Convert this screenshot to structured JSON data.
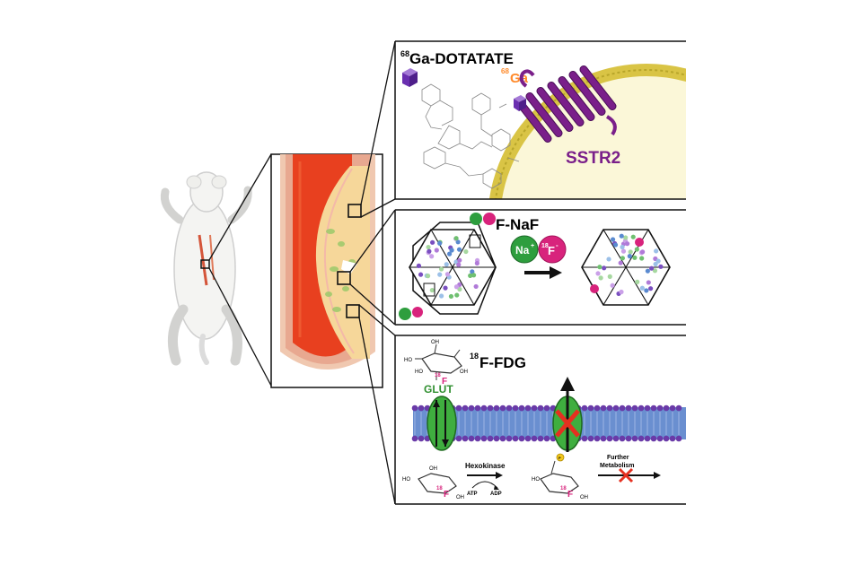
{
  "colors": {
    "gallium": "#ff8a2a",
    "sstr2": "#7a1f8a",
    "naf_magenta": "#d8237c",
    "na_green": "#2e9e3e",
    "glut_green": "#2f8f2f",
    "vessel_red": "#e8401f",
    "membrane_blue": "#6a8fd0",
    "membrane_purple": "#6a3aa8",
    "cell_cream": "#fbf7d8"
  },
  "panels": {
    "dotatate": {
      "title_sup": "68",
      "title": "Ga-DOTATATE",
      "ga_sup": "68",
      "ga_label": "Ga",
      "receptor_label": "SSTR2"
    },
    "naf": {
      "title_sup": "18",
      "title": "F-NaF",
      "na_label": "Na",
      "na_sup": "+",
      "f_pre": "18",
      "f_label": "F",
      "f_sup": "-"
    },
    "fdg": {
      "title_sup": "18",
      "title": "F-FDG",
      "glut_label": "GLUT",
      "f18_sup": "18",
      "f18_label": "F",
      "oh": "OH",
      "ho": "HO",
      "enzyme_label": "Hexokinase",
      "atp_label": "ATP",
      "adp_label": "ADP",
      "further_label_1": "Further",
      "further_label_2": "Metabolism",
      "phosphate": "P"
    }
  }
}
